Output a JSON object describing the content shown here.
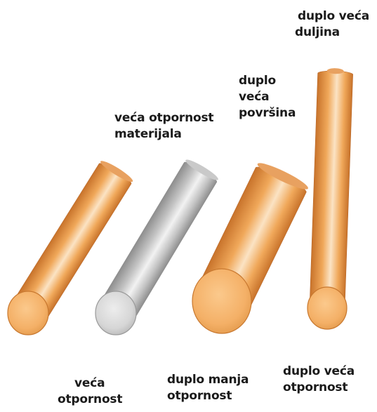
{
  "labels": {
    "top_right": {
      "line1": "duplo veća",
      "line2": "duljina"
    },
    "area": {
      "line1": "duplo",
      "line2": "veća",
      "line3": "površina"
    },
    "material": {
      "line1": "veća otpornost",
      "line2": "materijala"
    },
    "bottom_left": {
      "line1": "veća",
      "line2": "otpornost"
    },
    "bottom_middle": {
      "line1": "duplo manja",
      "line2": "otpornost"
    },
    "bottom_right": {
      "line1": "duplo veća",
      "line2": "otpornost"
    }
  },
  "colors": {
    "copper_light": "#fbe3c4",
    "copper_mid": "#f0a85a",
    "copper_dark": "#c8732b",
    "copper_end": "#f4b067",
    "steel_light": "#f2f2f2",
    "steel_mid": "#c4c4c4",
    "steel_dark": "#8e8e8e",
    "steel_end": "#d6d6d6",
    "text": "#1a1a1a"
  }
}
